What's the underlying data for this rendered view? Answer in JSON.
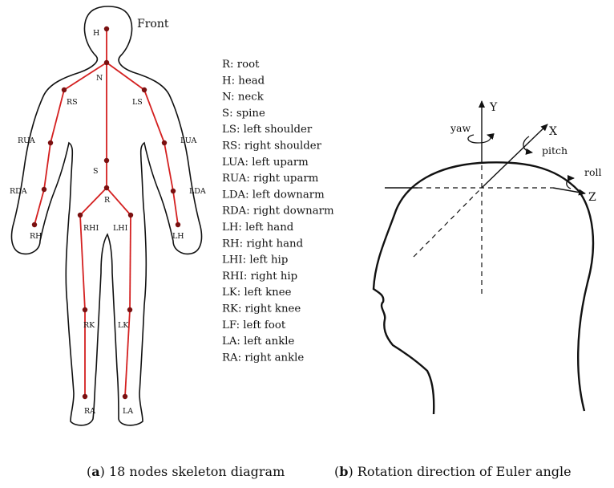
{
  "figure_a": {
    "view_label": "Front",
    "legend": [
      "R: root",
      "H: head",
      "N: neck",
      "S: spine",
      "LS: left shoulder",
      "RS: right shoulder",
      "LUA: left uparm",
      "RUA: right uparm",
      "LDA: left downarm",
      "RDA: right downarm",
      "LH: left hand",
      "RH: right hand",
      "LHI: left hip",
      "RHI: right hip",
      "LK: left knee",
      "RK: right knee",
      "LF: left foot",
      "LA: left ankle",
      "RA: right ankle"
    ],
    "node_labels": {
      "H": "H",
      "N": "N",
      "RS": "RS",
      "LS": "LS",
      "RUA": "RUA",
      "LUA": "LUA",
      "S": "S",
      "R": "R",
      "RDA": "RDA",
      "LDA": "LDA",
      "RH": "RH",
      "LH": "LH",
      "RHI": "RHI",
      "LHI": "LHI",
      "RK": "RK",
      "LK": "LK",
      "RA": "RA",
      "LA": "LA"
    },
    "bone_color": "#d42020",
    "joint_color": "#7a1010",
    "caption_letter": "a",
    "caption_text": "18 nodes skeleton diagram"
  },
  "figure_b": {
    "axes": {
      "y": "Y",
      "x": "X",
      "z": "Z"
    },
    "rotations": {
      "yaw": "yaw",
      "pitch": "pitch",
      "roll": "roll"
    },
    "caption_letter": "b",
    "caption_text": "Rotation direction of Euler angle"
  }
}
